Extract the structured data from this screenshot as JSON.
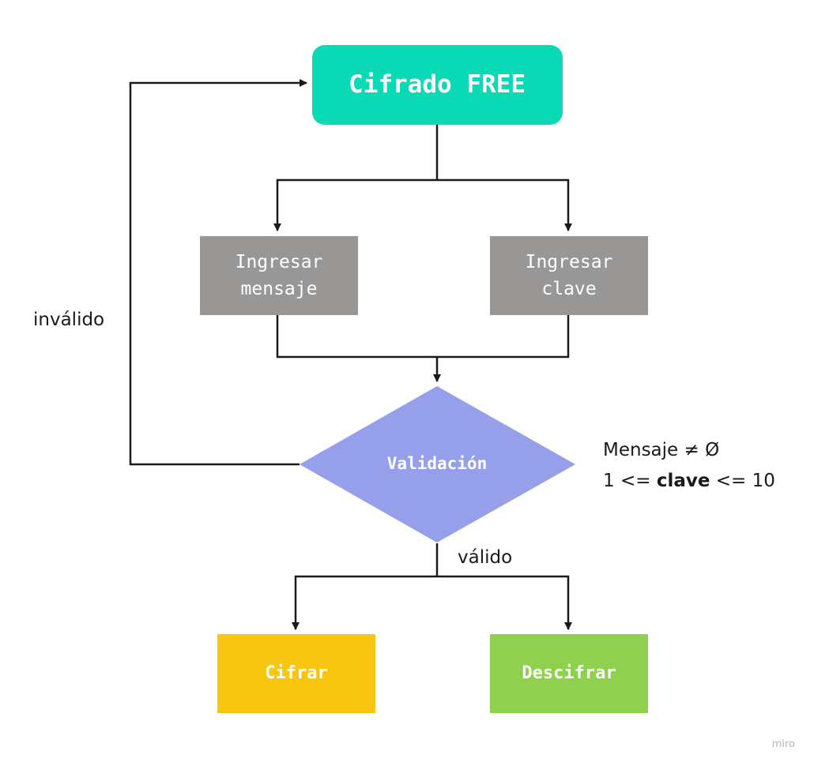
{
  "diagram": {
    "nodes": {
      "start": {
        "label": "Cifrado FREE",
        "color": "#0ad9b6"
      },
      "ingresar_mensaje": {
        "line1": "Ingresar",
        "line2": "mensaje",
        "color": "#999796"
      },
      "ingresar_clave": {
        "line1": "Ingresar",
        "line2": "clave",
        "color": "#999796"
      },
      "validacion": {
        "label": "Validación",
        "color": "#959fea"
      },
      "cifrar": {
        "label": "Cifrar",
        "color": "#f8c611"
      },
      "descifrar": {
        "label": "Descifrar",
        "color": "#8fd14f"
      }
    },
    "edge_labels": {
      "invalido": "inválido",
      "valido": "válido"
    },
    "conditions": {
      "line1": "Mensaje ≠ Ø",
      "line2_prefix": "1 <= ",
      "line2_bold": "clave",
      "line2_suffix": " <= 10"
    },
    "line_color": "#1a1a1a"
  },
  "watermark": "miro"
}
